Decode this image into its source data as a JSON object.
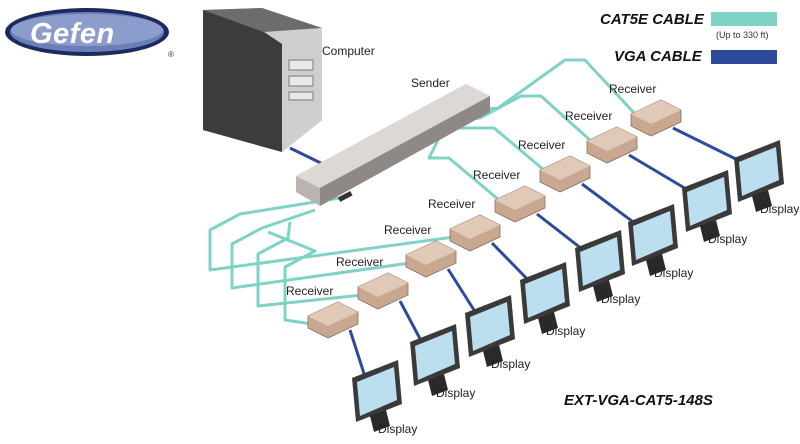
{
  "brand": {
    "logo_text": "Gefen",
    "registered_mark": "®"
  },
  "legend": {
    "cat5e_label": "CAT5E CABLE",
    "cat5e_note": "(Up to 330 ft)",
    "cat5e_color": "#7fd3c4",
    "vga_label": "VGA CABLE",
    "vga_color": "#2e4a9c"
  },
  "labels": {
    "computer": "Computer",
    "sender": "Sender",
    "receiver": "Receiver",
    "display": "Display"
  },
  "receiver_count": 8,
  "display_count": 8,
  "model": "EXT-VGA-CAT5-148S"
}
